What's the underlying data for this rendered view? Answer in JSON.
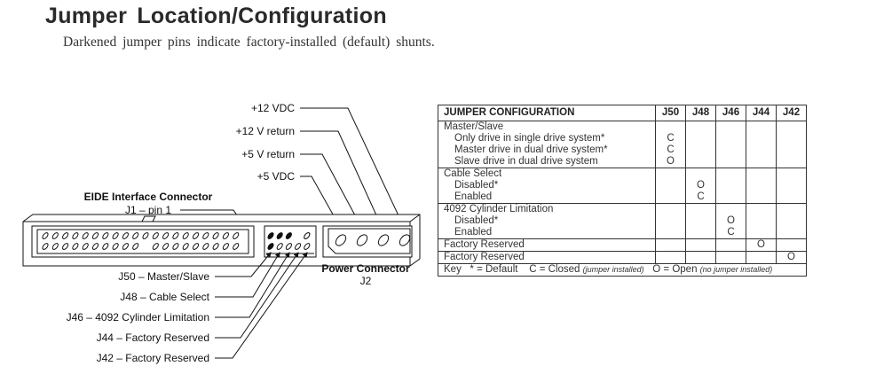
{
  "header": {
    "title": "Jumper Location/Configuration",
    "subtitle": "Darkened jumper pins indicate factory-installed (default) shunts."
  },
  "diagram": {
    "power_labels": [
      "+12 VDC",
      "+12 V return",
      "+5 V return",
      "+5 VDC"
    ],
    "eide_title": "EIDE Interface Connector",
    "eide_pin": "J1 – pin 1",
    "power_connector_title": "Power Connector",
    "power_connector_id": "J2",
    "jumper_labels": [
      "J50 – Master/Slave",
      "J48 – Cable Select",
      "J46 – 4092 Cylinder Limitation",
      "J44 – Factory Reserved",
      "J42 – Factory Reserved"
    ]
  },
  "table": {
    "header": "JUMPER CONFIGURATION",
    "columns": [
      "J50",
      "J48",
      "J46",
      "J44",
      "J42"
    ],
    "groups": [
      {
        "title": "Master/Slave",
        "rows": [
          {
            "label": "Only drive in single drive system*",
            "values": [
              "C",
              "",
              "",
              "",
              ""
            ]
          },
          {
            "label": "Master drive in dual drive system*",
            "values": [
              "C",
              "",
              "",
              "",
              ""
            ]
          },
          {
            "label": "Slave drive in dual drive system",
            "values": [
              "O",
              "",
              "",
              "",
              ""
            ]
          }
        ]
      },
      {
        "title": "Cable Select",
        "rows": [
          {
            "label": "Disabled*",
            "values": [
              "",
              "O",
              "",
              "",
              ""
            ]
          },
          {
            "label": "Enabled",
            "values": [
              "",
              "C",
              "",
              "",
              ""
            ]
          }
        ]
      },
      {
        "title": "4092 Cylinder Limitation",
        "rows": [
          {
            "label": "Disabled*",
            "values": [
              "",
              "",
              "O",
              "",
              ""
            ]
          },
          {
            "label": "Enabled",
            "values": [
              "",
              "",
              "C",
              "",
              ""
            ]
          }
        ]
      },
      {
        "title": "Factory Reserved",
        "rows": [],
        "values": [
          "",
          "",
          "",
          "O",
          ""
        ]
      },
      {
        "title": "Factory Reserved",
        "rows": [],
        "values": [
          "",
          "",
          "",
          "",
          "O"
        ]
      }
    ],
    "key": {
      "prefix": "Key",
      "default": "* = Default",
      "closed": "C = Closed",
      "closed_note": "(jumper installed)",
      "open": "O = Open",
      "open_note": "(no jumper installed)"
    }
  }
}
